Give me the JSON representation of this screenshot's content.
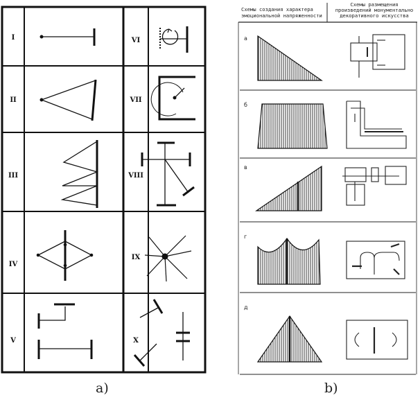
{
  "panel_a": {
    "caption": "a)",
    "left_numerals": [
      "I",
      "II",
      "III",
      "IV",
      "V"
    ],
    "right_numerals": [
      "VI",
      "VII",
      "VIII",
      "IX",
      "X"
    ]
  },
  "panel_b": {
    "caption": "b)",
    "header_left": [
      "Схемы создания характера",
      "эмоциональной напряженности"
    ],
    "header_right": [
      "Схемы размещения",
      "произведений монументально",
      "декоративного искусства"
    ],
    "row_letters": [
      "а",
      "б",
      "в",
      "г",
      "д"
    ]
  }
}
